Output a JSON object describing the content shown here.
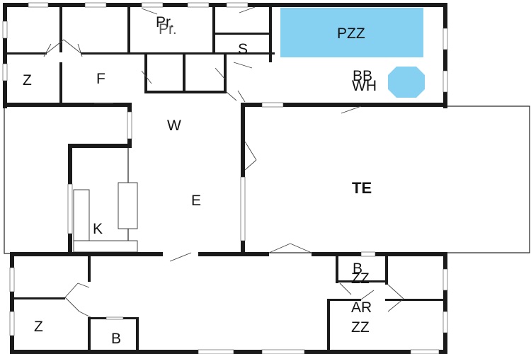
{
  "colors": {
    "pool": "#86d0f2",
    "wall": "#1a1a1a",
    "background": "#ffffff"
  },
  "rooms": {
    "pr_top": "Pr.",
    "pr_bottom": "Pr.",
    "pool": "PZZ",
    "sauna": "S",
    "bathroom": "BB",
    "whirlpool": "WH",
    "bedroom_top_left": "Z",
    "hallway": "F",
    "laundry": "W",
    "living": "E",
    "terrace": "TE",
    "kitchen": "K",
    "bath_bottom_right": "B",
    "bedroom_bottom_right_a": "ZZ",
    "utility": "AR",
    "bedroom_bottom_right_b": "ZZ",
    "bedroom_bottom_left": "Z",
    "bath_bottom_left": "B"
  }
}
